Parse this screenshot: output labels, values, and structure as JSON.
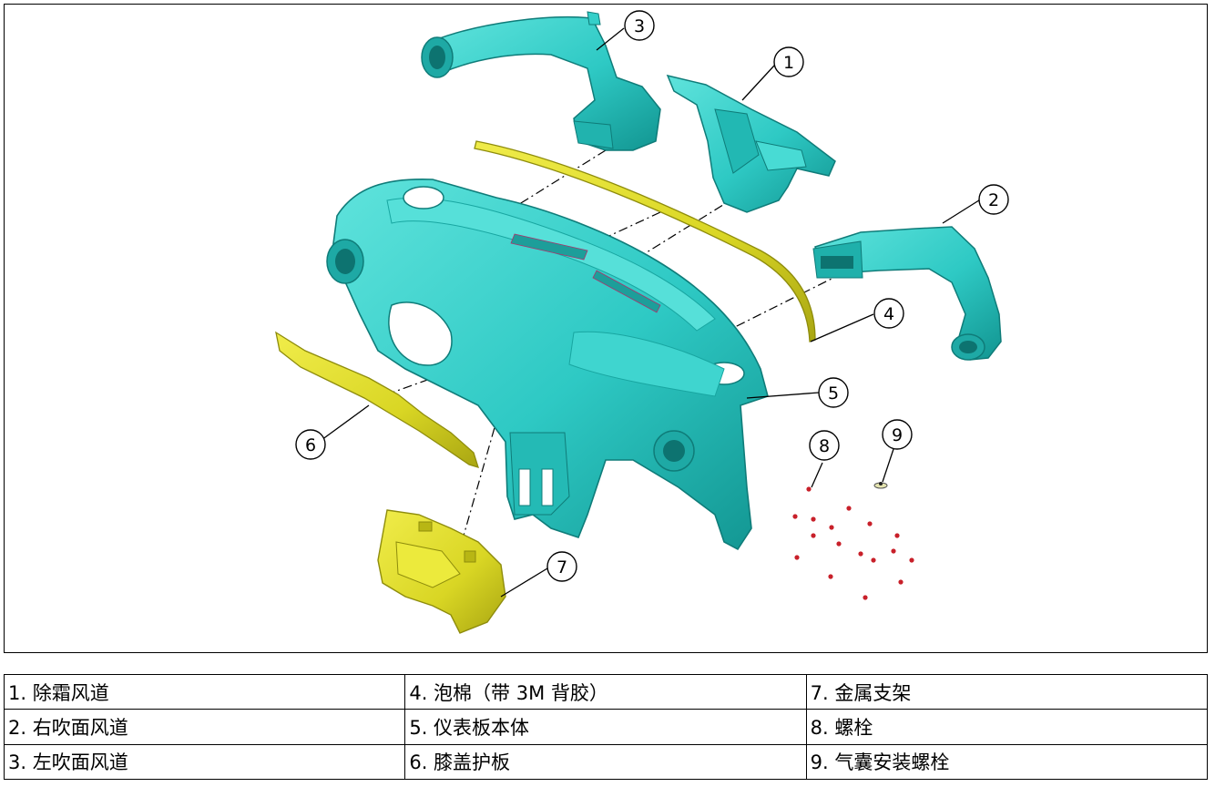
{
  "callouts": [
    "1",
    "2",
    "3",
    "4",
    "5",
    "6",
    "7",
    "8",
    "9"
  ],
  "legend": [
    [
      "1. 除霜风道",
      "4. 泡棉（带 3M 背胶）",
      "7. 金属支架"
    ],
    [
      "2. 右吹面风道",
      "5. 仪表板本体",
      "8. 螺栓"
    ],
    [
      "3. 左吹面风道",
      "6. 膝盖护板",
      "9. 气囊安装螺栓"
    ]
  ],
  "colors": {
    "body_cyan": "#2ec9c4",
    "body_cyan_dark": "#149a96",
    "part_yellow": "#d9d624",
    "part_yellow_dark": "#9e9c10",
    "bolt_red": "#c8202a",
    "line": "#000000"
  }
}
